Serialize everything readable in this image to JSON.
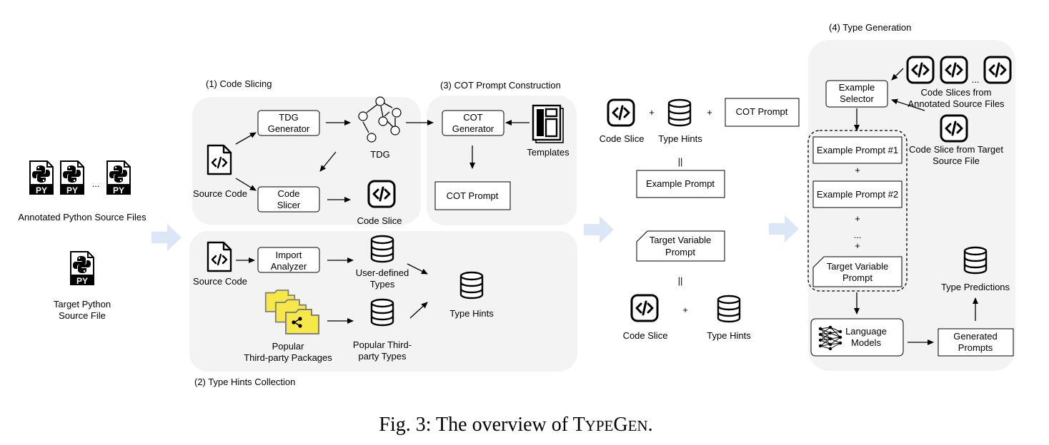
{
  "sections": {
    "code_slicing": "(1) Code Slicing",
    "type_hints_collection": "(2) Type Hints Collection",
    "cot_prompt_construction": "(3) COT Prompt Construction",
    "type_generation": "(4) Type Generation"
  },
  "inputs": {
    "py_badge": "PY",
    "ellipsis": "...",
    "annotated_files": "Annotated Python Source Files",
    "target_file_line1": "Target Python",
    "target_file_line2": "Source File"
  },
  "slicing": {
    "tdg_generator_1": "TDG",
    "tdg_generator_2": "Generator",
    "tdg": "TDG",
    "source_code": "Source Code",
    "code_slicer_1": "Code",
    "code_slicer_2": "Slicer",
    "code_slice": "Code Slice"
  },
  "cot": {
    "generator_1": "COT",
    "generator_2": "Generator",
    "templates": "Templates",
    "cot_prompt": "COT Prompt"
  },
  "hints": {
    "source_code": "Source Code",
    "import_analyzer_1": "Import",
    "import_analyzer_2": "Analyzer",
    "user_defined_1": "User-defined",
    "user_defined_2": "Types",
    "popular_packages_1": "Popular",
    "popular_packages_2": "Third-party Packages",
    "popular_types_1": "Popular Third-",
    "popular_types_2": "party Types",
    "type_hints": "Type Hints"
  },
  "prompt_build": {
    "code_slice": "Code Slice",
    "type_hints": "Type Hints",
    "cot_prompt": "COT Prompt",
    "plus": "+",
    "equals": "||",
    "example_prompt": "Example Prompt",
    "target_variable_prompt_1": "Target Variable",
    "target_variable_prompt_2": "Prompt",
    "code_slice_2": "Code Slice",
    "type_hints_2": "Type Hints"
  },
  "generation": {
    "example_selector_1": "Example",
    "example_selector_2": "Selector",
    "code_slices_from_1": "Code Slices from",
    "code_slices_from_2": "Annotated Source Files",
    "code_slice_target_1": "Code Slice from Target",
    "code_slice_target_2": "Source File",
    "example_prompt_1": "Example Prompt #1",
    "example_prompt_2": "Example Prompt #2",
    "plus": "+",
    "ellipsis": "...",
    "target_variable_prompt_1": "Target Variable",
    "target_variable_prompt_2": "Prompt",
    "language_models_1": "Language",
    "language_models_2": "Models",
    "generated_prompts_1": "Generated",
    "generated_prompts_2": "Prompts",
    "type_predictions": "Type Predictions"
  },
  "caption": {
    "prefix": "Fig. 3: The overview of ",
    "t": "T",
    "ype": "YPE",
    "g": "G",
    "en": "EN",
    "end": "."
  },
  "colors": {
    "region": "#f3f3f3",
    "flow_arrow": "#dbe7f7",
    "folder_yellow": "#f7e84a",
    "folder_gray": "#7f7f7f"
  }
}
